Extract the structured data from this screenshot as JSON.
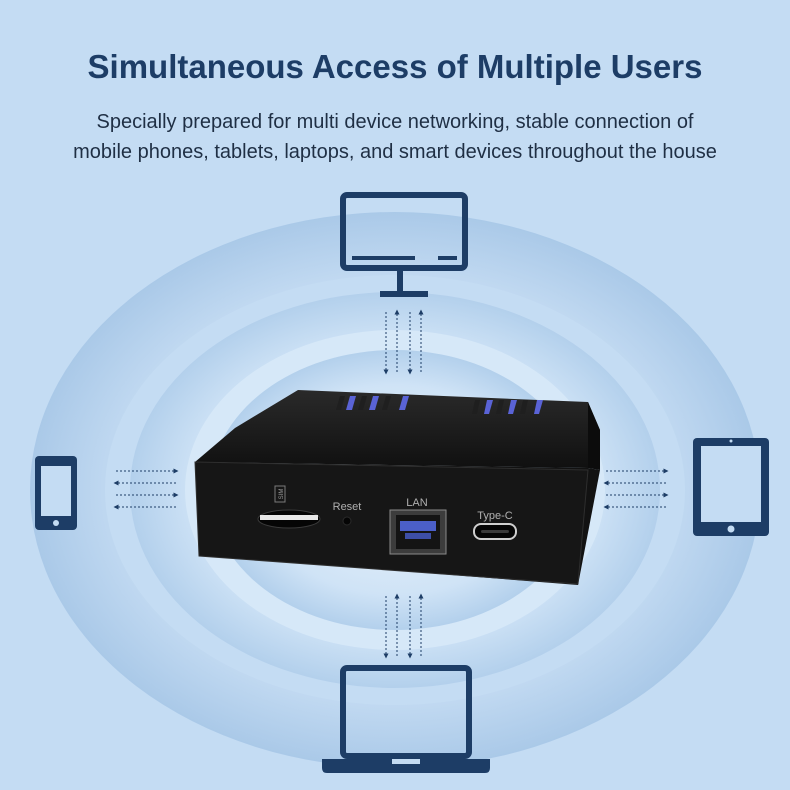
{
  "title": "Simultaneous Access of Multiple Users",
  "subtitle_line1": "Specially prepared for multi device networking, stable connection of",
  "subtitle_line2": "mobile phones, tablets, laptops, and smart devices throughout the house",
  "router": {
    "sim_label": "SIM",
    "reset_label": "Reset",
    "lan_label": "LAN",
    "typec_label": "Type-C"
  },
  "devices": [
    "monitor-icon",
    "phone-icon",
    "tablet-icon",
    "laptop-icon"
  ],
  "colors": {
    "background": "#c4dcf3",
    "icon": "#1d3d66",
    "title": "#1d3d66",
    "router_body": "#151515",
    "vent_accent": "#5a63d6"
  }
}
